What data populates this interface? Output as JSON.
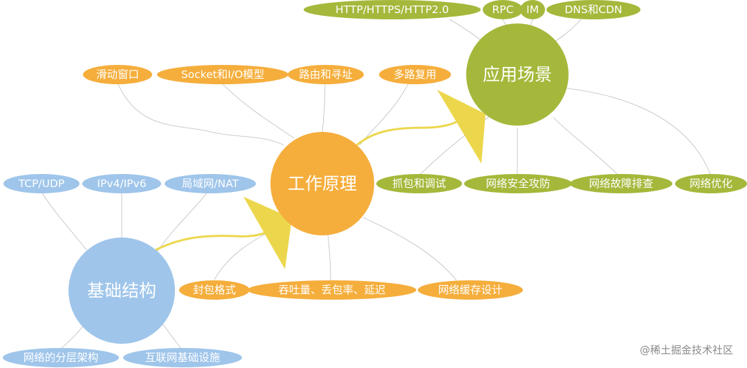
{
  "colors": {
    "orange": "#f5ae3c",
    "green": "#a5b83b",
    "blue": "#9fc5ea",
    "arrow": "#ecd74c",
    "connector": "#bdbdbd"
  },
  "hubs": {
    "basic": "基础结构",
    "work": "工作原理",
    "app": "应用场景"
  },
  "basic_children": [
    "TCP/UDP",
    "IPv4/IPv6",
    "局域网/NAT",
    "网络的分层架构",
    "互联网基础设施"
  ],
  "work_children": [
    "滑动窗口",
    "Socket和I/O模型",
    "路由和寻址",
    "多路复用",
    "封包格式",
    "吞吐量、丢包率、延迟",
    "网络缓存设计"
  ],
  "app_children": [
    "HTTP/HTTPS/HTTP2.0",
    "RPC",
    "IM",
    "DNS和CDN",
    "抓包和调试",
    "网络安全攻防",
    "网络故障排查",
    "网络优化"
  ],
  "watermark": "@稀土掘金技术社区"
}
